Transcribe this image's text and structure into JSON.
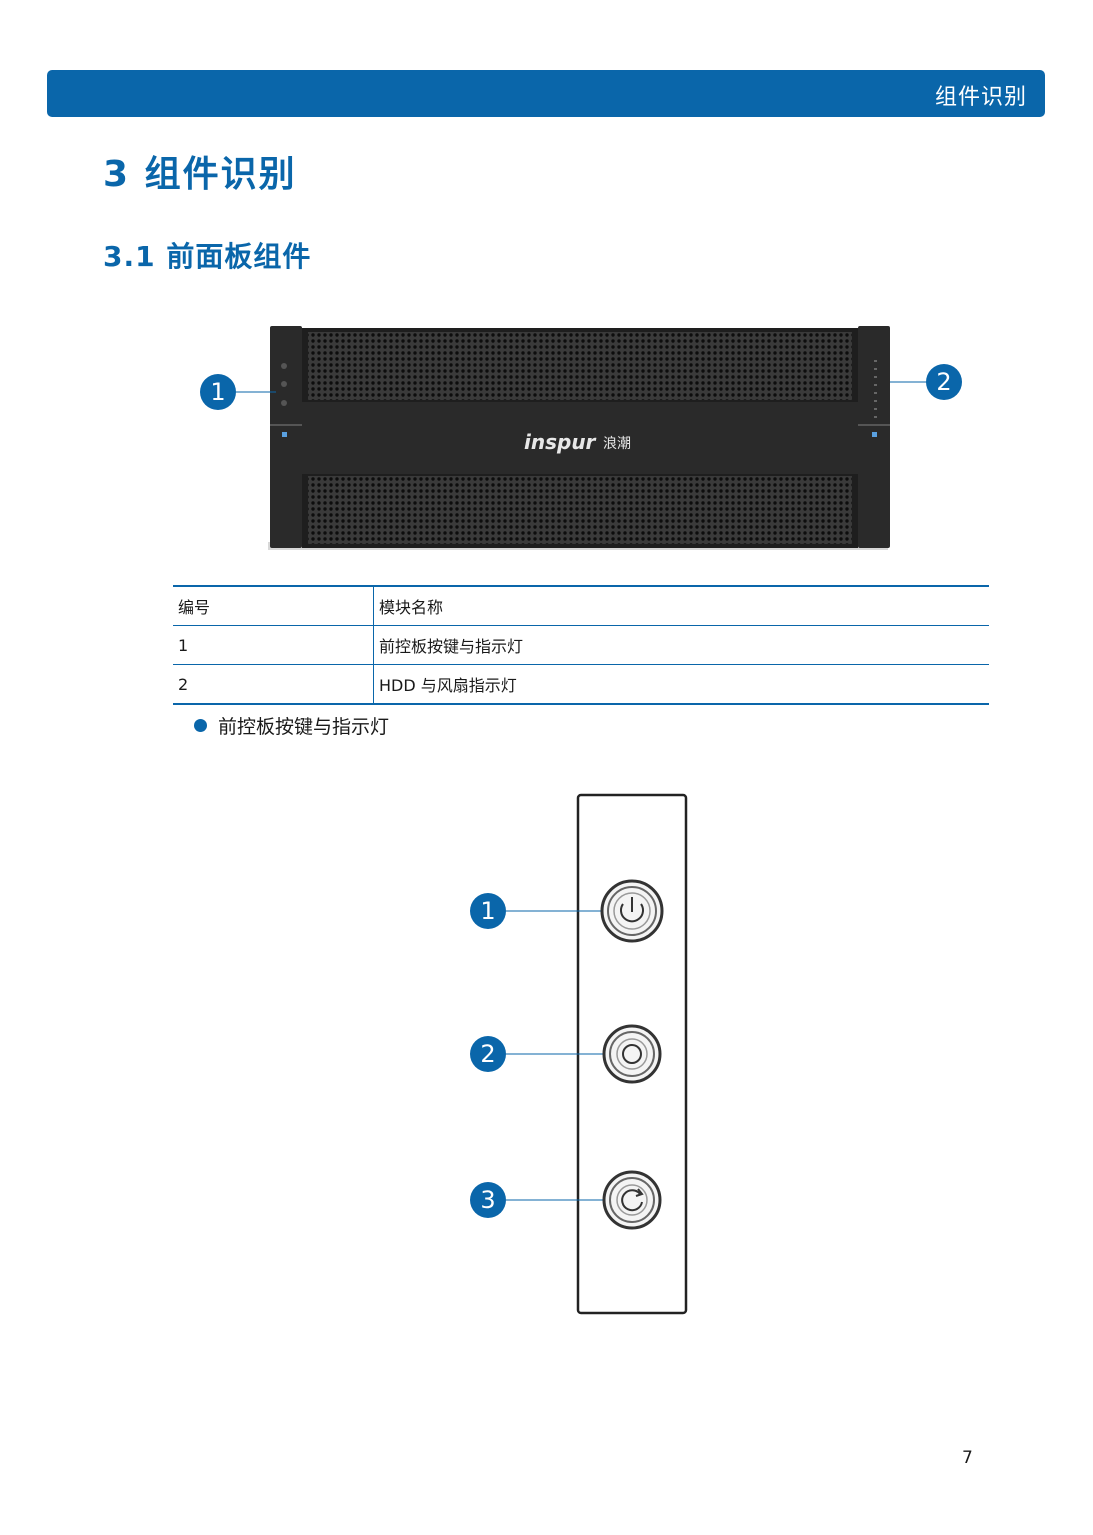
{
  "header": {
    "title": "组件识别"
  },
  "section": {
    "title": "3 组件识别"
  },
  "subsection": {
    "title": "3.1 前面板组件"
  },
  "figure1": {
    "brand": "inspur",
    "brand_cn": "浪潮",
    "callouts": [
      "1",
      "2"
    ]
  },
  "table": {
    "headers": [
      "编号",
      "模块名称"
    ],
    "rows": [
      [
        "1",
        "前控板按键与指示灯"
      ],
      [
        "2",
        "HDD 与风扇指示灯"
      ]
    ]
  },
  "bullet": {
    "text": "前控板按键与指示灯"
  },
  "figure2": {
    "callouts": [
      "1",
      "2",
      "3"
    ]
  },
  "page": {
    "number": "7"
  },
  "colors": {
    "accent": "#0a66aa",
    "chassis": "#2a2a2a"
  }
}
